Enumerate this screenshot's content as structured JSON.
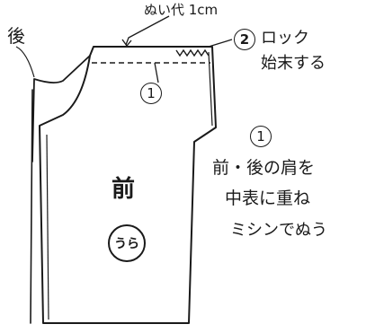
{
  "labels": {
    "back": "後",
    "seam_allowance": "ぬい代 1cm",
    "step2_number": "2",
    "step2_line1": "ロック",
    "step2_line2": "始末する",
    "step1_number_piece": "1",
    "front": "前",
    "reverse_side": "うら",
    "step1_number_note": "1",
    "note_line1": "前・後の肩を",
    "note_line2": "中表に重ね",
    "note_line3": "ミシンでぬう"
  },
  "colors": {
    "ink": "#1a1a1a",
    "paper": "#ffffff"
  }
}
